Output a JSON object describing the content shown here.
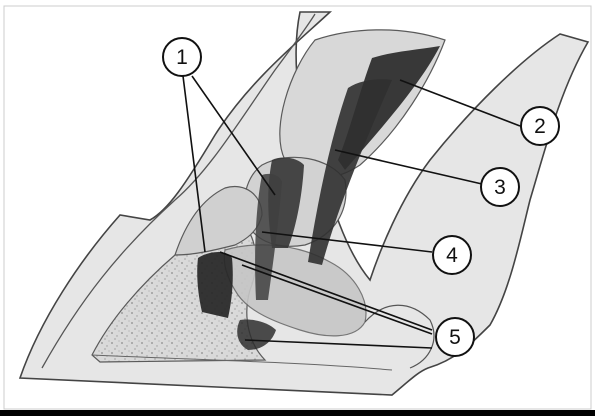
{
  "figure": {
    "description_free": true,
    "callouts": [
      {
        "label": "1"
      },
      {
        "label": "2"
      },
      {
        "label": "3"
      },
      {
        "label": "4"
      },
      {
        "label": "5"
      }
    ],
    "colors": {
      "background": "#ffffff",
      "hoof_wall": "#e4e4e4",
      "bone": "#d2d2d2",
      "ligament": "#2c2c2c",
      "outline": "#333333",
      "leader": "#111111"
    }
  }
}
